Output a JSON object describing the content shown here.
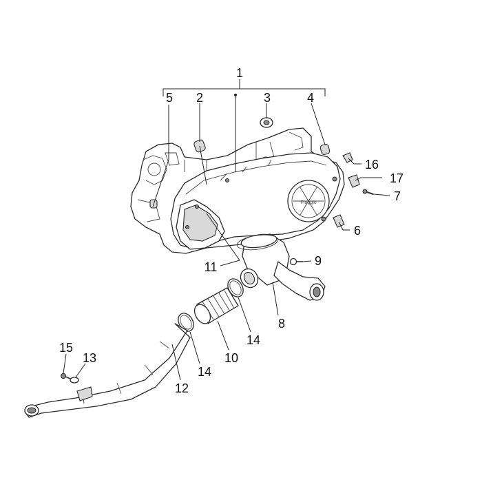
{
  "diagram": {
    "callouts": [
      {
        "id": "1",
        "label": "1"
      },
      {
        "id": "2",
        "label": "2"
      },
      {
        "id": "3",
        "label": "3"
      },
      {
        "id": "4",
        "label": "4"
      },
      {
        "id": "5",
        "label": "5"
      },
      {
        "id": "6",
        "label": "6"
      },
      {
        "id": "7",
        "label": "7"
      },
      {
        "id": "8",
        "label": "8"
      },
      {
        "id": "9",
        "label": "9"
      },
      {
        "id": "10",
        "label": "10"
      },
      {
        "id": "11",
        "label": "11"
      },
      {
        "id": "12",
        "label": "12"
      },
      {
        "id": "13",
        "label": "13"
      },
      {
        "id": "14a",
        "label": "14"
      },
      {
        "id": "14b",
        "label": "14"
      },
      {
        "id": "15",
        "label": "15"
      },
      {
        "id": "16",
        "label": "16"
      },
      {
        "id": "17",
        "label": "17"
      }
    ],
    "logo_text": "Piaggio"
  }
}
